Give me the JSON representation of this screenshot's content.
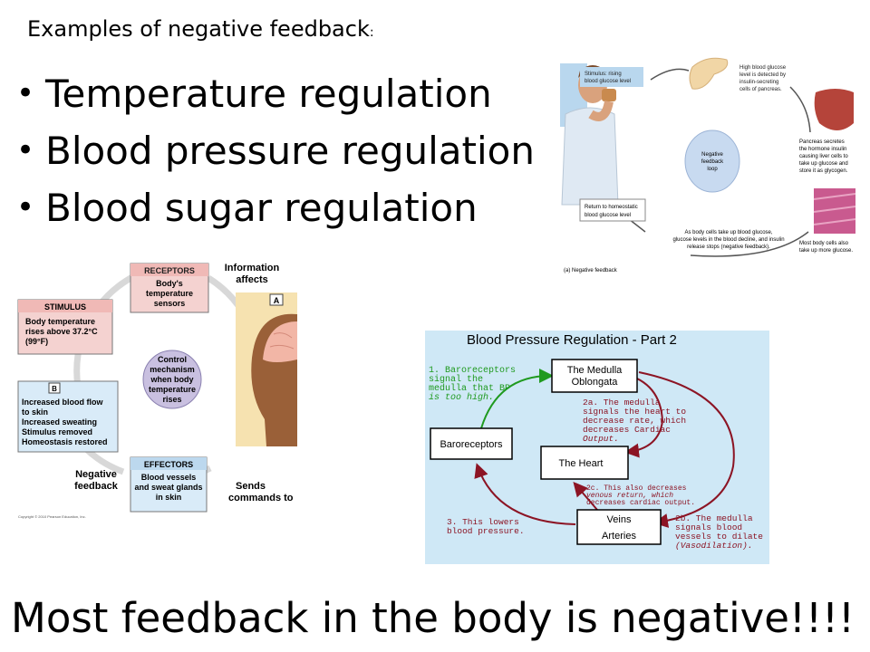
{
  "slide": {
    "heading": "Examples of negative feedback",
    "heading_colon": ":",
    "bullets": [
      "Temperature regulation",
      "Blood pressure regulation",
      "Blood sugar regulation"
    ],
    "footer": "Most feedback in the body is negative!!!!"
  },
  "glucose_figure": {
    "stimulus": [
      "Stimulus: rising",
      "blood glucose level"
    ],
    "pancreas_detect": [
      "High blood glucose",
      "level is detected by",
      "insulin-secreting",
      "cells of pancreas."
    ],
    "center": [
      "Negative",
      "feedback",
      "loop"
    ],
    "liver": [
      "Pancreas secretes",
      "the hormone insulin",
      "causing liver cells to",
      "take up glucose and",
      "store it as glycogen."
    ],
    "muscle": [
      "Most body cells also",
      "take up more glucose."
    ],
    "bottom": [
      "As body cells take up blood glucose,",
      "glucose levels in the blood decline, and insulin",
      "release stops (negative feedback)."
    ],
    "return": [
      "Return to homeostatic",
      "blood glucose level"
    ],
    "caption": "(a) Negative feedback"
  },
  "temperature_figure": {
    "receptors_title": "RECEPTORS",
    "receptors_body": [
      "Body's",
      "temperature",
      "sensors"
    ],
    "info": [
      "Information",
      "affects"
    ],
    "label_a": "A",
    "stimulus_title": "STIMULUS",
    "stimulus_body": [
      "Body temperature",
      "rises above  37.2°C",
      "(99°F)"
    ],
    "control": [
      "Control",
      "mechanism",
      "when body",
      "temperature",
      "rises"
    ],
    "label_b": "B",
    "response": [
      "Increased blood flow",
      "to skin",
      "Increased sweating",
      "Stimulus removed",
      "Homeostasis restored"
    ],
    "negative": [
      "Negative",
      "feedback"
    ],
    "effectors_title": "EFFECTORS",
    "effectors_body": [
      "Blood vessels",
      "and sweat glands",
      "in skin"
    ],
    "sends": [
      "Sends",
      "commands to"
    ],
    "copyright": "Copyright © 2010 Pearson Education, Inc."
  },
  "bp_figure": {
    "title": "Blood Pressure Regulation - Part 2",
    "step1": [
      "1.  Baroreceptors",
      "signal the",
      "medulla that BP",
      "is too high."
    ],
    "medulla": [
      "The Medulla",
      "Oblongata"
    ],
    "step2a": [
      "2a.  The medulla",
      "signals the heart to",
      "decrease rate, which",
      "decreases Cardiac",
      "Output."
    ],
    "baro": "Baroreceptors",
    "heart": "The Heart",
    "step2c": [
      "2c.  This also decreases",
      "venous return, which",
      "decreases cardiac output."
    ],
    "veins": [
      "Veins",
      "Arteries"
    ],
    "step2b": [
      "2b.  The medulla",
      "signals blood",
      "vessels to dilate",
      "(Vasodilation)."
    ],
    "step3": [
      "3. This lowers",
      "blood pressure."
    ]
  },
  "colors": {
    "green": "#1f9a1f",
    "maroon": "#8c1424",
    "panel_blue": "#cfe8f6",
    "pink": "#f3d0cf",
    "light_blue": "#d9ebf8",
    "purple": "#c9c0e0"
  }
}
